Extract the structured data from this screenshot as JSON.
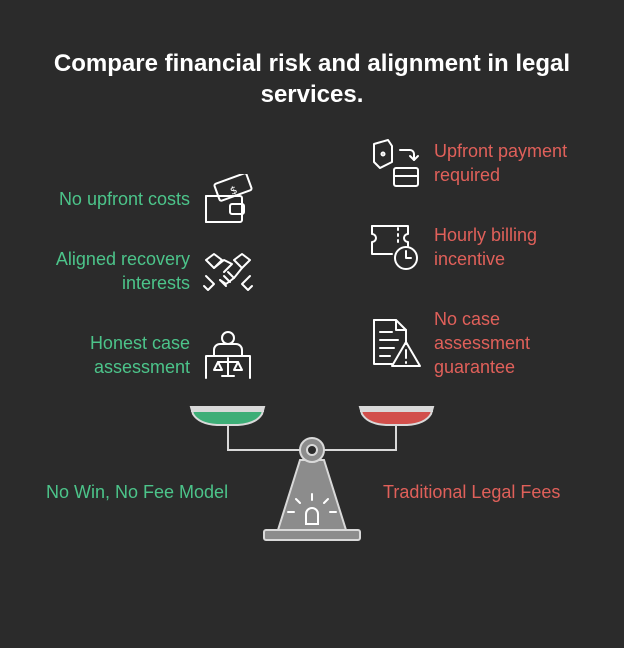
{
  "title": "Compare financial risk and alignment in legal services.",
  "left": {
    "model_label": "No Win, No Fee Model",
    "items": [
      {
        "label": "No upfront costs",
        "icon": "wallet-money-icon"
      },
      {
        "label": "Aligned recovery interests",
        "icon": "handshake-icon"
      },
      {
        "label": "Honest case assessment",
        "icon": "judge-scales-icon"
      }
    ]
  },
  "right": {
    "model_label": "Traditional Legal Fees",
    "items": [
      {
        "label": "Upfront payment required",
        "icon": "payment-transfer-icon"
      },
      {
        "label": "Hourly billing incentive",
        "icon": "ticket-clock-icon"
      },
      {
        "label": "No case assessment guarantee",
        "icon": "document-warning-icon"
      }
    ]
  },
  "colors": {
    "background": "#2b2b2b",
    "green": "#4cc48a",
    "red": "#e0605a",
    "scale": "#d9d9d9"
  }
}
